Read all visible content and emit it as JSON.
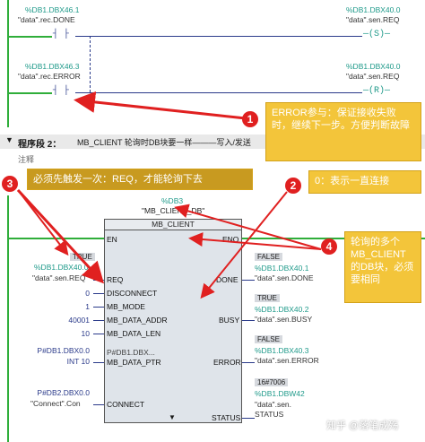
{
  "network1": {
    "done_addr": "%DB1.DBX46.1",
    "done_sym": "\"data\".rec.DONE",
    "error_addr": "%DB1.DBX46.3",
    "error_sym": "\"data\".rec.ERROR",
    "coil_s_addr": "%DB1.DBX40.0",
    "coil_s_sym": "\"data\".sen.REQ",
    "coil_s_label": "S",
    "coil_r_addr": "%DB1.DBX40.0",
    "coil_r_sym": "\"data\".sen.REQ",
    "coil_r_label": "R"
  },
  "network2": {
    "title": "程序段 2：",
    "description": "MB_CLIENT 轮询时DB块要一样———写入/发送",
    "comment": "注释"
  },
  "block": {
    "instance_addr": "%DB3",
    "instance_name": "\"MB_CLIENT_DB\"",
    "type": "MB_CLIENT",
    "inputs": {
      "en": "EN",
      "req": "REQ",
      "disconnect": "DISCONNECT",
      "mb_mode": "MB_MODE",
      "mb_data_addr": "MB_DATA_ADDR",
      "mb_data_len": "MB_DATA_LEN",
      "mb_data_ptr": "MB_DATA_PTR",
      "mb_data_ptr_value": "P#DB1.DBX...",
      "connect": "CONNECT"
    },
    "outputs": {
      "eno": "ENO",
      "done": "DONE",
      "busy": "BUSY",
      "error": "ERROR",
      "status": "STATUS"
    }
  },
  "params": {
    "req_state": "TRUE",
    "req_addr": "%DB1.DBX40.0",
    "req_sym": "\"data\".sen.REQ",
    "disconnect_val": "0",
    "mb_mode_val": "1",
    "mb_data_addr_val": "40001",
    "mb_data_len_val": "10",
    "ptr_addr": "P#DB1.DBX0.0",
    "ptr_type": "INT 10",
    "connect_addr": "P#DB2.DBX0.0",
    "connect_sym": "\"Connect\".Con",
    "done_state": "FALSE",
    "done_addr": "%DB1.DBX40.1",
    "done_sym": "\"data\".sen.DONE",
    "busy_state": "TRUE",
    "busy_addr": "%DB1.DBX40.2",
    "busy_sym": "\"data\".sen.BUSY",
    "error_state": "FALSE",
    "error_addr": "%DB1.DBX40.3",
    "error_sym": "\"data\".sen.ERROR",
    "status_state": "16#7006",
    "status_addr": "%DB1.DBW42",
    "status_sym1": "\"data\".sen.",
    "status_sym2": "STATUS"
  },
  "annotations": {
    "n1": "1",
    "t1": "ERROR参与：保证接收失败时，继续下一步。方便判断故障",
    "n2": "2",
    "t2": "0：表示一直连接",
    "n3": "3",
    "t3": "必须先触发一次：REQ，才能轮询下去",
    "n4": "4",
    "t4": "轮询的多个MB_CLIENT的DB块，必须要相同"
  },
  "watermark": "知乎 @落笔成殇",
  "colors": {
    "rail": "#2fae3a",
    "callout": "#f3c53a",
    "badge": "#e02020",
    "arrow": "#e02020",
    "block": "#dfe4ea"
  }
}
